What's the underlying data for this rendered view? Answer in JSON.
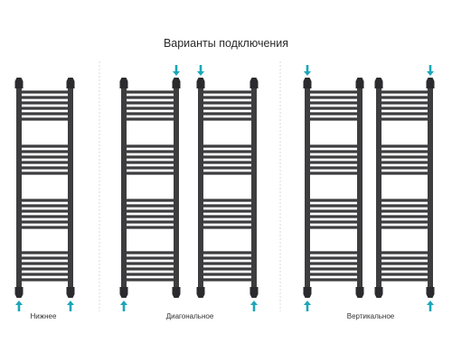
{
  "title": "Варианты подключения",
  "colors": {
    "rail": "#3d3c3e",
    "rail_shade": "#2b2a2c",
    "arrow": "#1aa7b8",
    "divider": "#d8d8d8",
    "text": "#333333"
  },
  "groups": [
    {
      "label": "Нижнее",
      "arrows": [
        "bottom-left",
        "bottom-right"
      ]
    },
    {
      "label": "Диагональное",
      "arrows": [
        "top-right-of-first",
        "top-left-of-second",
        "bottom-left-of-first",
        "bottom-right-of-second"
      ]
    },
    {
      "label": "Вертикальное",
      "arrows": [
        "top-left-of-first",
        "bottom-left-of-first",
        "top-right-of-second",
        "bottom-right-of-second"
      ]
    }
  ],
  "icons": [
    "towel-rail-icon",
    "inlet-arrow-icon"
  ]
}
